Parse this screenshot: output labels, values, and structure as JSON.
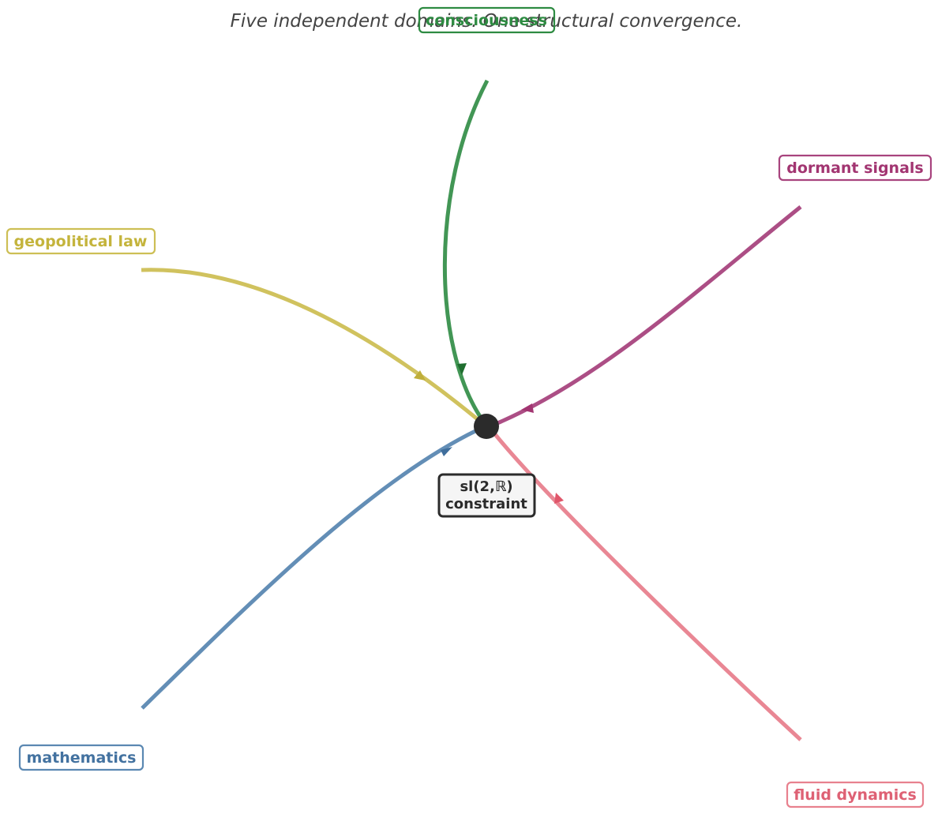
{
  "title": "Five independent domains. One structural convergence.",
  "center": {
    "label_line1": "sl(2,ℝ)",
    "label_line2": "constraint",
    "color": "#2b2b2b"
  },
  "domains": [
    {
      "id": "consciousness",
      "label": "consciousness",
      "color": "#2e8b42",
      "label_color": "#2e8b42"
    },
    {
      "id": "dormant-signals",
      "label": "dormant signals",
      "color": "#a8447e",
      "label_color": "#a23571"
    },
    {
      "id": "geopolitical-law",
      "label": "geopolitical law",
      "color": "#cdbf55",
      "label_color": "#c4b43c"
    },
    {
      "id": "mathematics",
      "label": "mathematics",
      "color": "#5b88b2",
      "label_color": "#4372a0"
    },
    {
      "id": "fluid-dynamics",
      "label": "fluid dynamics",
      "color": "#e8818e",
      "label_color": "#de6174"
    }
  ]
}
